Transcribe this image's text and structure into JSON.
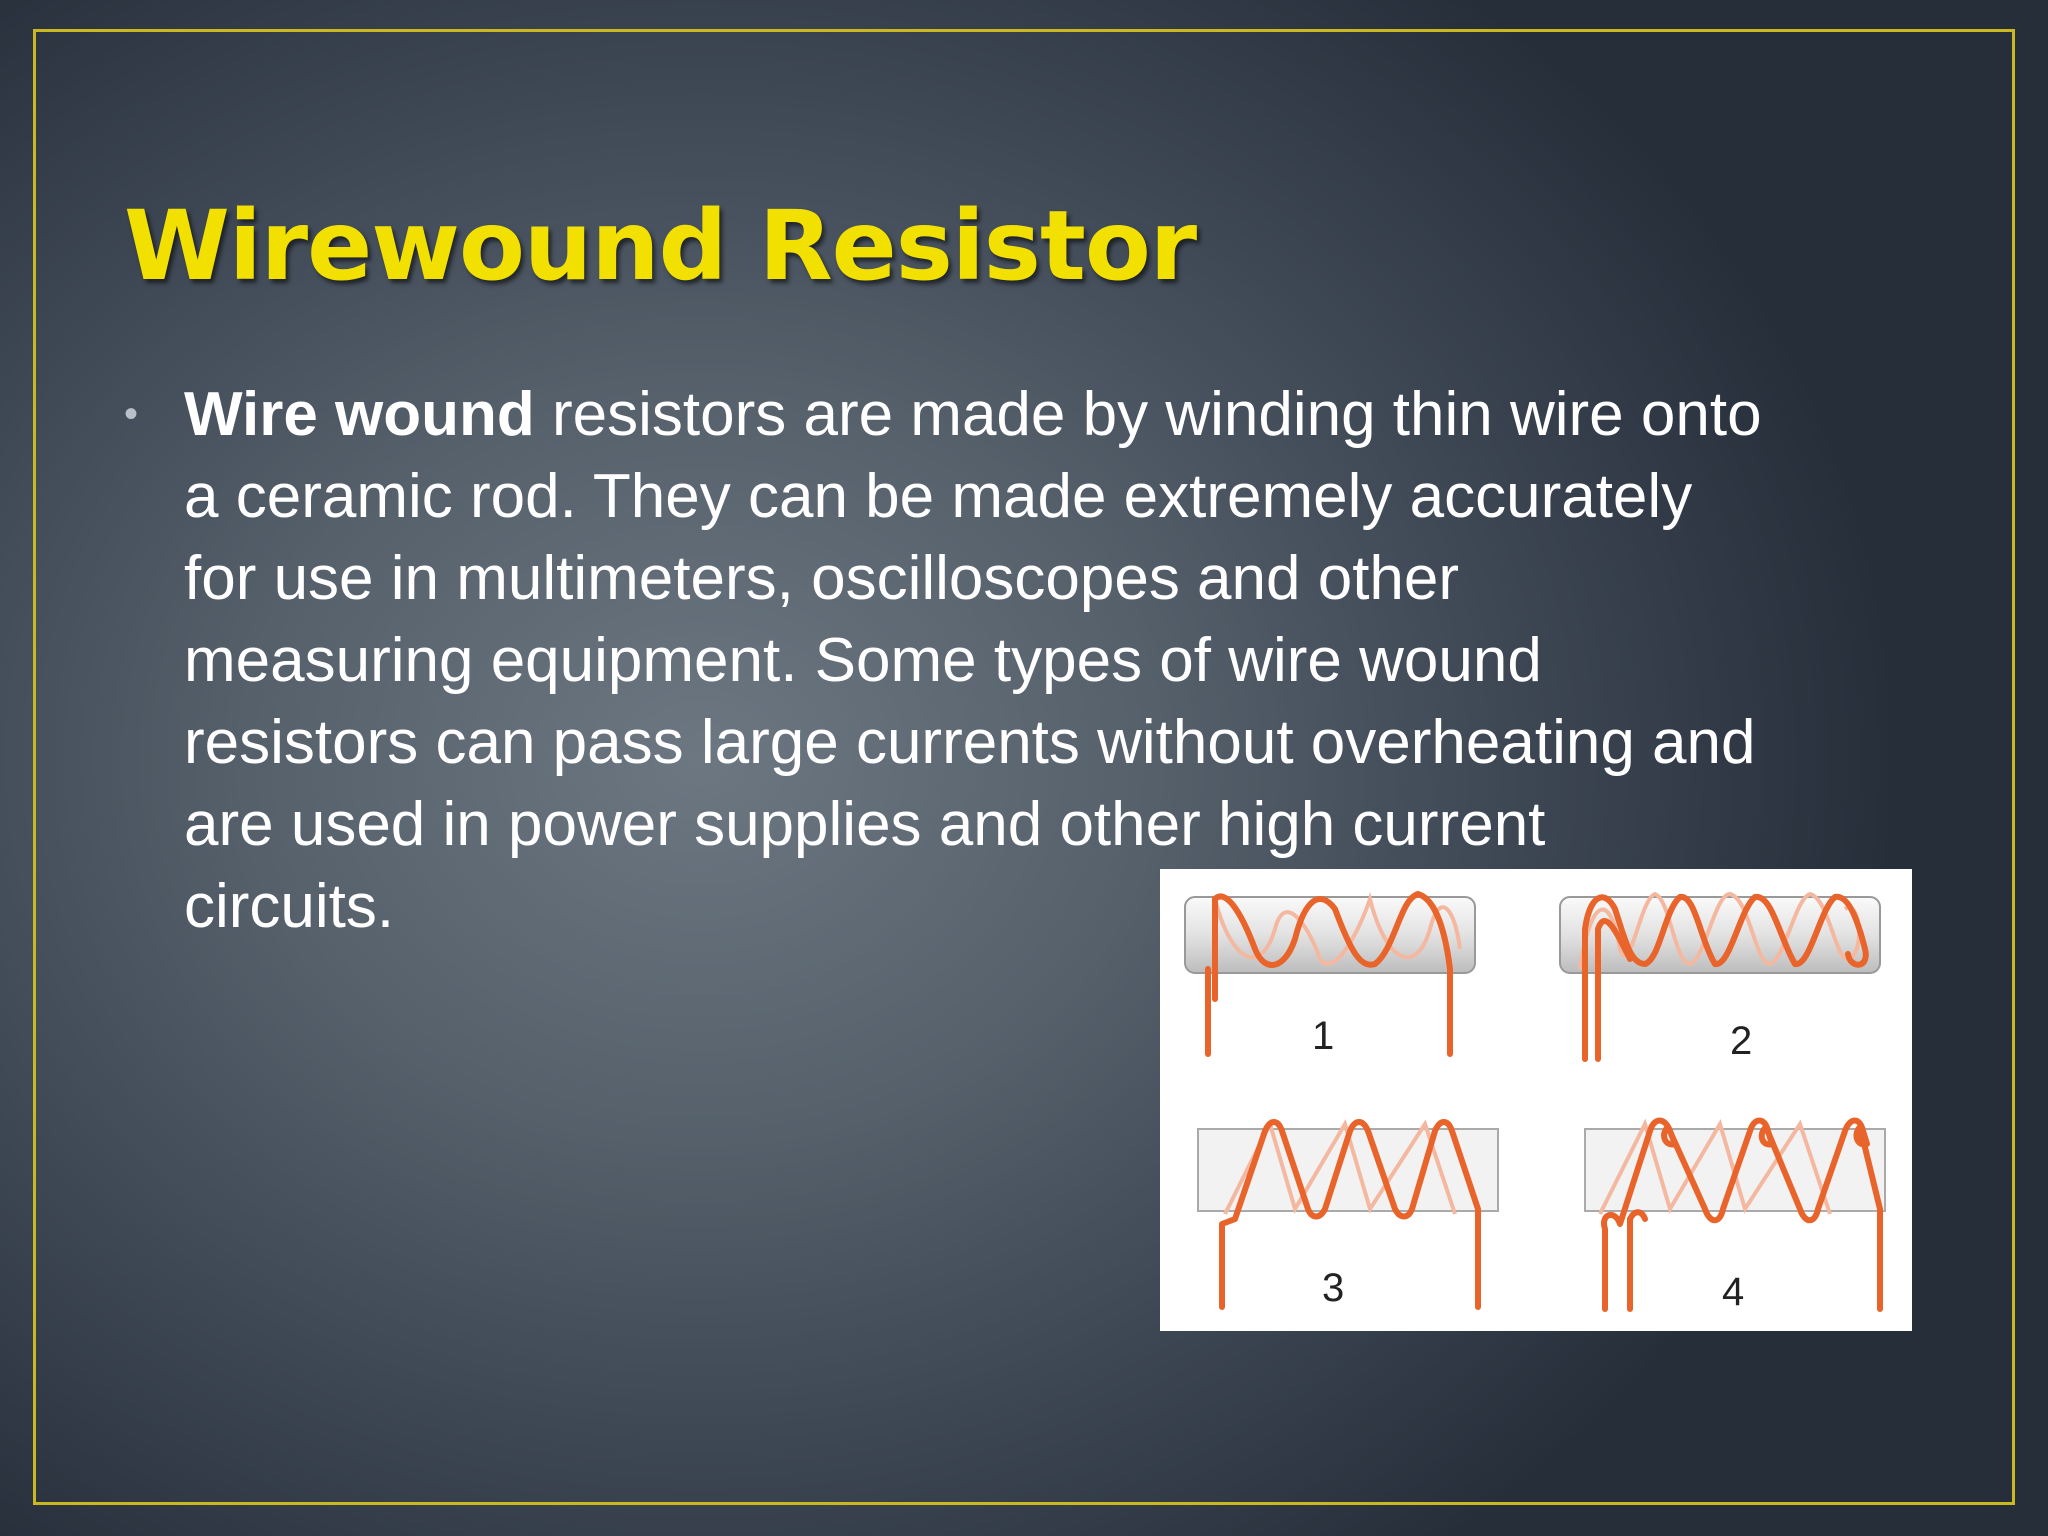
{
  "slide": {
    "title": "Wirewound Resistor",
    "bullet": {
      "bold_lead": "Wire wound",
      "lines": [
        " resistors are made by winding thin wire onto",
        "a ceramic rod. They can be made extremely accurately",
        "for use in multimeters, oscilloscopes and other",
        "measuring equipment. Some types of wire wound",
        "resistors can pass large currents without overheating and",
        "are used in power supplies and other high current",
        "circuits."
      ]
    },
    "figure": {
      "labels": [
        "1",
        "2",
        "3",
        "4"
      ],
      "wire_color": "#e8642a"
    },
    "colors": {
      "title": "#f2e100",
      "frame": "#c9b820",
      "text": "#ffffff"
    }
  }
}
